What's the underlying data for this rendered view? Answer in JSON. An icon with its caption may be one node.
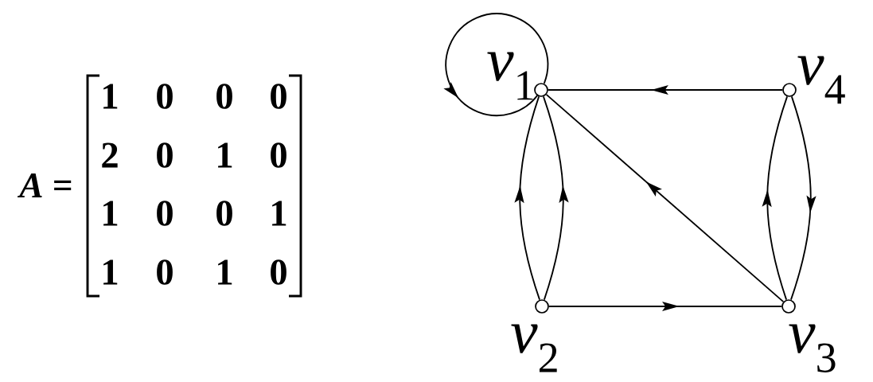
{
  "diagram": {
    "nodes": [
      {
        "text": [],
        "shape": "circle",
        "beside": [
          "*v*$_{1}$"
        ]
      },
      {
        "text": [],
        "shape": "circle",
        "beside": [
          "*v*$_{4}$"
        ]
      },
      {
        "text": [],
        "shape": "circle",
        "beside": [
          "*v*$_{2}$"
        ]
      },
      {
        "text": [],
        "shape": "circle",
        "beside": [
          "*v*$_{3}$"
        ]
      }
    ],
    "edges": [
      {
        "from": 0,
        "to": 0,
        "arrow": "to"
      },
      {
        "from": 1,
        "to": 0,
        "arrow": "to"
      },
      {
        "from": 3,
        "to": 0,
        "arrow": "to"
      },
      {
        "from": 2,
        "to": 0,
        "arrow": "to"
      },
      {
        "from": 2,
        "to": 0,
        "arrow": "to"
      },
      {
        "from": 2,
        "to": 3,
        "arrow": "to"
      },
      {
        "from": 3,
        "to": 1,
        "arrow": "to"
      },
      {
        "from": 1,
        "to": 3,
        "arrow": "to"
      }
    ],
    "labels": [
      "*A* =",
      "1",
      "0",
      "0",
      "0",
      "2",
      "0",
      "1",
      "0",
      "1",
      "0",
      "0",
      "1",
      "1",
      "0",
      "1",
      "0"
    ]
  }
}
